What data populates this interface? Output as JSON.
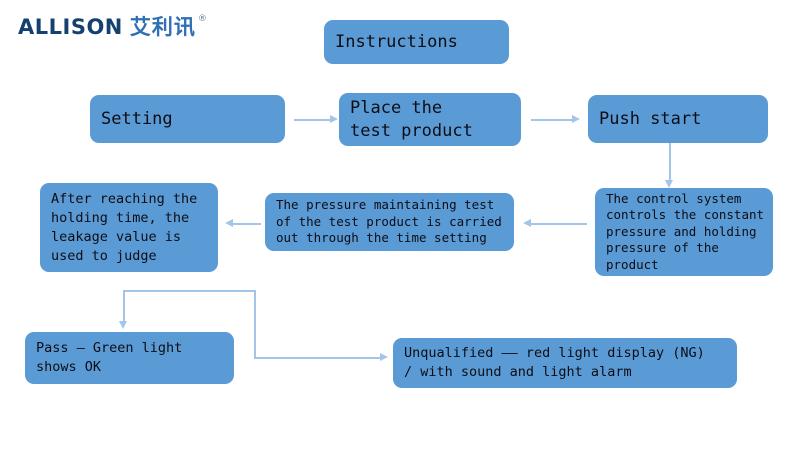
{
  "brand": {
    "name_en": "ALLISON",
    "name_cn": "艾利讯",
    "registered_mark": "®",
    "color_en": "#14416f",
    "color_cn": "#2f6fb3"
  },
  "theme": {
    "node_fill": "#5b9bd5",
    "node_text": "#0d0d15",
    "connector": "#a3c6e8",
    "background": "#ffffff"
  },
  "diagram_data": {
    "type": "flowchart",
    "title": "Instructions",
    "nodes": [
      {
        "id": "title",
        "lines": [
          "Instructions"
        ]
      },
      {
        "id": "setting",
        "lines": [
          "Setting"
        ]
      },
      {
        "id": "place-test-product",
        "lines": [
          "Place the",
          "test product"
        ]
      },
      {
        "id": "push-start",
        "lines": [
          "Push start"
        ]
      },
      {
        "id": "control-system",
        "lines": [
          "The control system",
          "controls the constant",
          "pressure and holding",
          "pressure of the",
          "product"
        ]
      },
      {
        "id": "pressure-maintaining",
        "lines": [
          "The pressure maintaining test",
          "of the test product is carried",
          "out through the time setting"
        ]
      },
      {
        "id": "holding-time-judge",
        "lines": [
          "After reaching the",
          "holding time, the",
          "leakage value is",
          "used to judge"
        ]
      },
      {
        "id": "pass-result",
        "lines": [
          "Pass – Green light",
          "shows OK"
        ]
      },
      {
        "id": "unqualified-result",
        "lines": [
          "Unqualified —— red light display (NG)",
          "/ with sound and light alarm"
        ]
      }
    ],
    "edges": [
      {
        "from": "setting",
        "to": "place-test-product",
        "direction": "right"
      },
      {
        "from": "place-test-product",
        "to": "push-start",
        "direction": "right"
      },
      {
        "from": "push-start",
        "to": "control-system",
        "direction": "down"
      },
      {
        "from": "control-system",
        "to": "pressure-maintaining",
        "direction": "left"
      },
      {
        "from": "pressure-maintaining",
        "to": "holding-time-judge",
        "direction": "left"
      },
      {
        "from": "holding-time-judge",
        "to": "pass-result",
        "direction": "down"
      },
      {
        "from": "holding-time-judge",
        "to": "unqualified-result",
        "direction": "down-right"
      }
    ]
  }
}
